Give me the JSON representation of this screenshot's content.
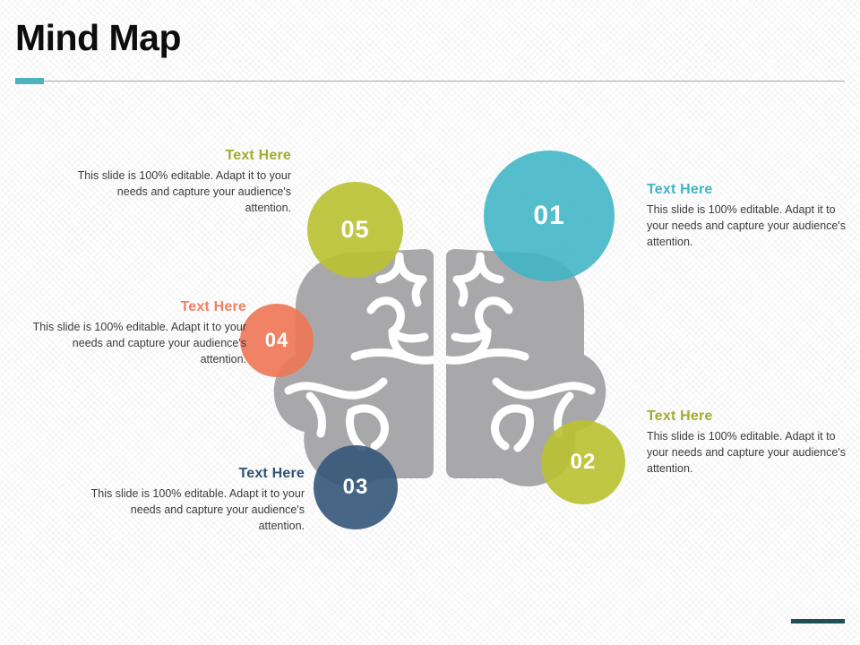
{
  "slide": {
    "title": "Mind Map",
    "accent_color": "#4fb3bf",
    "corner_bar_color": "#1f4e56"
  },
  "graphic": {
    "name": "brain-illustration",
    "fill_color": "#a8a8aa",
    "fold_color": "#ffffff"
  },
  "nodes": [
    {
      "id": "01",
      "label": "01",
      "color": "#3eb4c4"
    },
    {
      "id": "02",
      "label": "02",
      "color": "#b9c130"
    },
    {
      "id": "03",
      "label": "03",
      "color": "#345578"
    },
    {
      "id": "04",
      "label": "04",
      "color": "#ee7555"
    },
    {
      "id": "05",
      "label": "05",
      "color": "#b9c130"
    }
  ],
  "blocks": [
    {
      "id": "01",
      "heading": "Text Here",
      "heading_color": "#3eb4c4",
      "body": "This slide is 100% editable. Adapt it to your needs and capture your audience's attention.",
      "align": "left"
    },
    {
      "id": "02",
      "heading": "Text Here",
      "heading_color": "#a3ab2e",
      "body": "This slide is 100% editable. Adapt it to your needs and capture your audience's attention.",
      "align": "left"
    },
    {
      "id": "03",
      "heading": "Text Here",
      "heading_color": "#2f5277",
      "body": "This slide is 100% editable. Adapt it to your needs and capture your audience's attention.",
      "align": "right"
    },
    {
      "id": "04",
      "heading": "Text Here",
      "heading_color": "#ef8163",
      "body": "This slide is 100% editable. Adapt it to your needs and capture your audience's attention.",
      "align": "right"
    },
    {
      "id": "05",
      "heading": "Text Here",
      "heading_color": "#a3ab2e",
      "body": "This slide is 100% editable. Adapt it to your needs and capture your audience's attention.",
      "align": "right"
    }
  ]
}
